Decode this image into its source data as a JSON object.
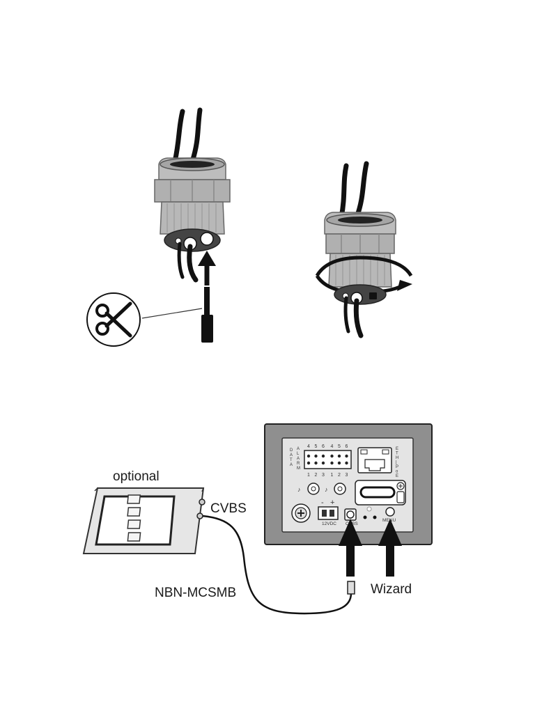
{
  "labels": {
    "optional": "optional",
    "cvbs": "CVBS",
    "cable": "NBN-MCSMB",
    "wizard": "Wizard"
  },
  "panel": {
    "terminal_numbers_top": [
      "4",
      "5",
      "6",
      "4",
      "5",
      "6"
    ],
    "terminal_numbers_bottom": [
      "1",
      "2",
      "3",
      "1",
      "2",
      "3"
    ],
    "data_letters": [
      "D",
      "A",
      "T",
      "A"
    ],
    "alarm_letters": [
      "A",
      "L",
      "A",
      "R",
      "M"
    ],
    "eth_letters": [
      "E",
      "T",
      "H",
      "|",
      "P",
      "o",
      "E"
    ],
    "power_minus": "-",
    "power_plus": "+",
    "power_label": "12VDC",
    "cvbs_label": "CVBS",
    "menu_label": "MENU"
  },
  "colors": {
    "line": "#111111",
    "gland": "#b4b4b4",
    "gland_dark": "#8c8c8c",
    "panel_outer": "#8f8f8f",
    "panel_inner": "#e4e4e4"
  }
}
